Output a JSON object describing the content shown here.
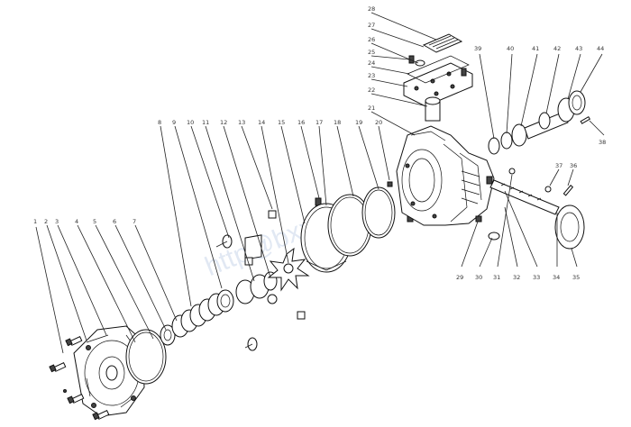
{
  "watermark": "http@bxxx",
  "callouts": {
    "c1": "1",
    "c2": "2",
    "c3": "3",
    "c4": "4",
    "c5": "5",
    "c6": "6",
    "c7": "7",
    "c8": "8",
    "c9": "9",
    "c10": "10",
    "c11": "11",
    "c12": "12",
    "c13": "13",
    "c14": "14",
    "c15": "15",
    "c16": "16",
    "c17": "17",
    "c18": "18",
    "c19": "19",
    "c20": "20",
    "c21": "21",
    "c22": "22",
    "c23": "23",
    "c24": "24",
    "c25": "25",
    "c26": "26",
    "c27": "27",
    "c28": "28",
    "c29": "29",
    "c30": "30",
    "c31": "31",
    "c32": "32",
    "c33": "33",
    "c34": "34",
    "c35": "35",
    "c36": "36",
    "c37": "37",
    "c38": "38",
    "c39": "39",
    "c40": "40",
    "c41": "41",
    "c42": "42",
    "c43": "43",
    "c44": "44"
  }
}
